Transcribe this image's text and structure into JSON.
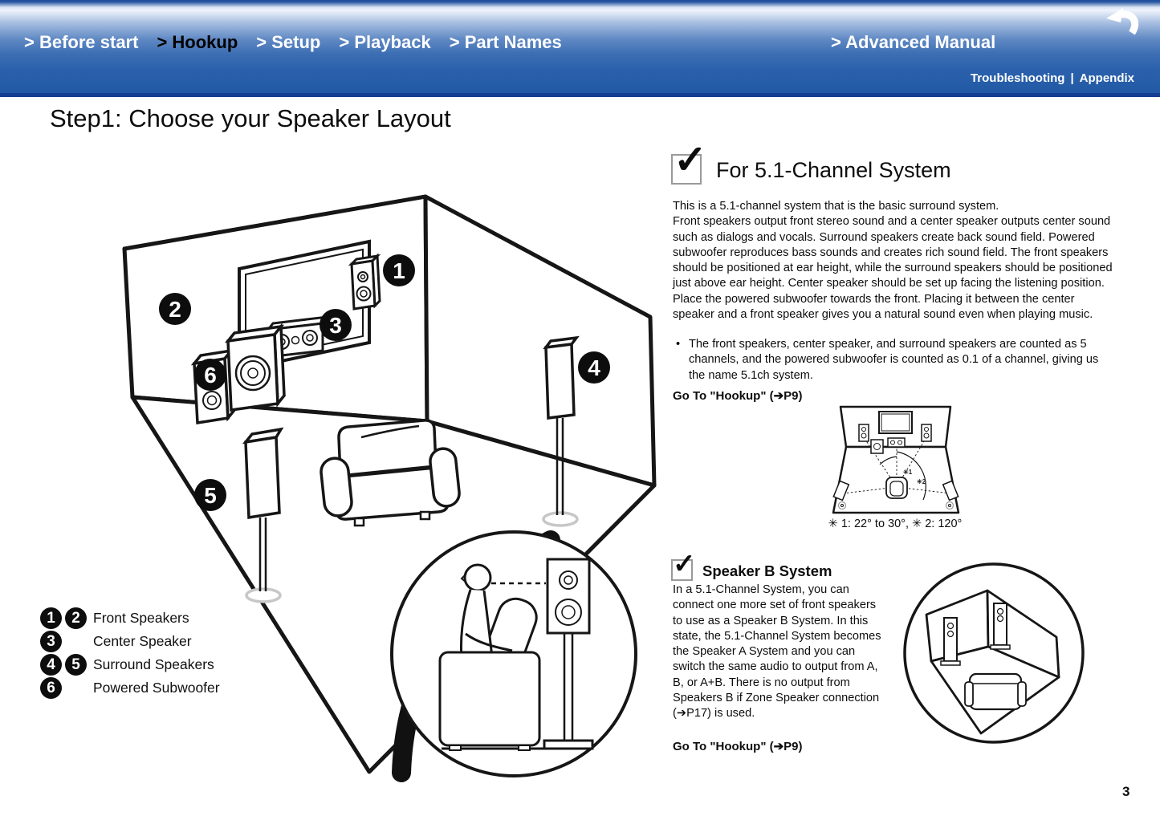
{
  "nav": {
    "items": [
      "> Before start",
      "> Hookup",
      "> Setup",
      "> Playback",
      "> Part Names"
    ],
    "active_item": "> Hookup",
    "advanced_manual": "> Advanced Manual",
    "troubleshooting": "Troubleshooting",
    "divider": "|",
    "appendix": "Appendix",
    "back_icon": "return-arrow"
  },
  "page": {
    "title": "Step1: Choose your Speaker Layout",
    "number": "3"
  },
  "colors": {
    "nav_blue": "#2a60ab",
    "nav_border": "#153f92",
    "badge_black": "#0d0d0d"
  },
  "room_diagram": {
    "badges": [
      "1",
      "2",
      "3",
      "4",
      "5",
      "6"
    ]
  },
  "legend": {
    "items": [
      {
        "badge1": "1",
        "badge2": "2",
        "label": "Front Speakers"
      },
      {
        "badge1": "3",
        "label": "Center Speaker"
      },
      {
        "badge1": "4",
        "badge2": "5",
        "label": "Surround Speakers"
      },
      {
        "badge1": "6",
        "label": "Powered Subwoofer"
      }
    ]
  },
  "section_51": {
    "check": "✓",
    "title": "For 5.1-Channel System",
    "para1": "This is a 5.1-channel system that is the basic surround system.",
    "para2": "Front speakers output front stereo sound and a center speaker outputs center sound such as dialogs and vocals. Surround speakers create back sound field. Powered subwoofer reproduces bass sounds and creates rich sound field. The front speakers should be positioned at ear height, while the surround speakers should be positioned just above ear height. Center speaker should be set up facing the listening position. Place the powered subwoofer towards the front. Placing it between the center speaker and a front speaker gives you a natural sound even when playing music.",
    "bullet_marker": "•",
    "bullet": "The front speakers, center speaker, and surround speakers are counted as 5 channels, and the powered subwoofer is counted as 0.1 of a channel, giving us the name 5.1ch system.",
    "go_to": "Go To \"Hookup\" (➔P9)",
    "angle_labels": {
      "a1": "✳1",
      "a2": "✳2"
    },
    "caption": "✳ 1: 22° to 30°, ✳ 2: 120°"
  },
  "section_b": {
    "check": "✓",
    "title": "Speaker B System",
    "text": "In a 5.1-Channel System, you can connect one more set of front speakers to use as a Speaker B System. In this state, the 5.1-Channel System becomes the Speaker A System and you can switch the same audio to output from A, B, or A+B. There is no output from Speakers B if Zone Speaker connection (➔P17) is used.",
    "go_to": "Go To \"Hookup\" (➔P9)"
  }
}
